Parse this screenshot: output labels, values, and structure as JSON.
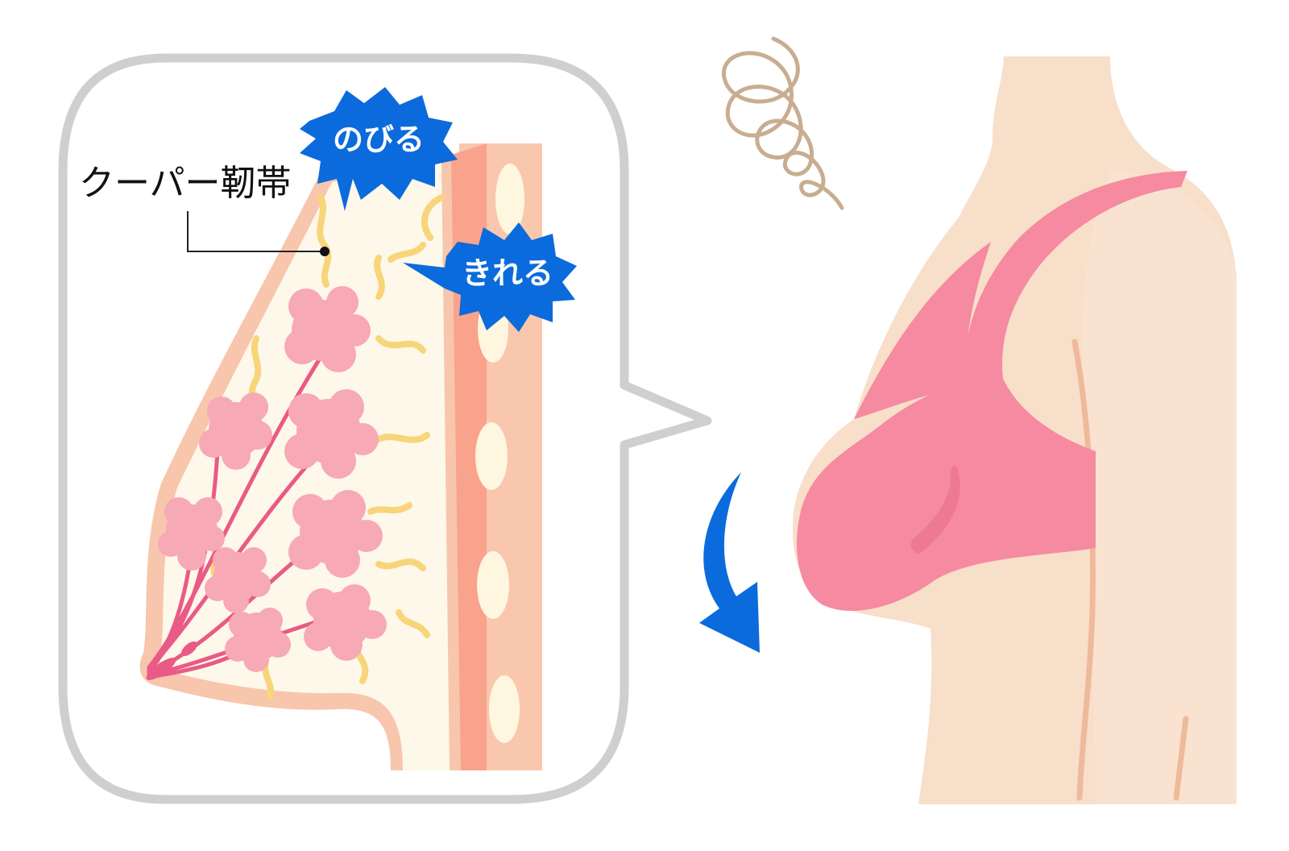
{
  "labels": {
    "ligament": "クーパー靭帯",
    "stretch": "のびる",
    "tear": "きれる"
  },
  "colors": {
    "skin": "#f8dfca",
    "skin_outline": "#f4b89a",
    "bra": "#f58aa0",
    "bra_dark": "#ee7993",
    "breast_tissue": "#fdf8ea",
    "ligament": "#f8d57a",
    "lobule": "#f7a9b5",
    "duct": "#ea5a86",
    "muscle": "#f9a28c",
    "chest_wall": "#f8c7ae",
    "rib": "#fff6df",
    "callout_border": "#cfcfcf",
    "burst_blue": "#0b6bdc",
    "arrow_blue": "#0b6bdc",
    "scribble": "#c9ad90"
  }
}
